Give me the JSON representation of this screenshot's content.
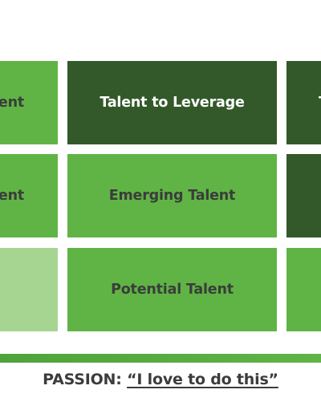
{
  "grid": {
    "row1": {
      "left": "ent",
      "center": "Talent to Leverage",
      "right": "T"
    },
    "row2": {
      "left": "ent",
      "center": "Emerging Talent",
      "right": ""
    },
    "row3": {
      "left": "",
      "center": "Potential Talent",
      "right": ""
    }
  },
  "axis": {
    "prefix": "PASSION: ",
    "quote": "“I love to do this”"
  },
  "colors": {
    "dark": "#33592a",
    "mid": "#60b446",
    "light": "#a6d592",
    "text": "#3a3d3a"
  }
}
